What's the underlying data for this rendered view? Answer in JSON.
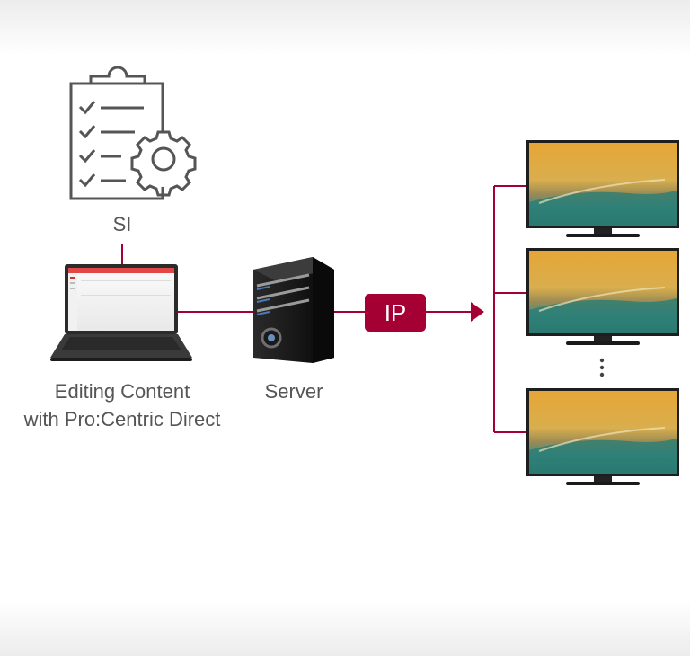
{
  "labels": {
    "si": "SI",
    "editing_line1": "Editing Content",
    "editing_line2": "with Pro:Centric Direct",
    "server": "Server",
    "ip": "IP"
  },
  "colors": {
    "accent": "#a50034",
    "connector": "#a50034",
    "icon_stroke": "#555555",
    "text": "#555555"
  },
  "icons": {
    "si": "clipboard-checklist-gear-icon",
    "laptop": "laptop-icon",
    "server": "server-tower-icon",
    "display": "tv-display-icon",
    "more": "vertical-ellipsis-icon"
  },
  "displays_count_shown": 3
}
